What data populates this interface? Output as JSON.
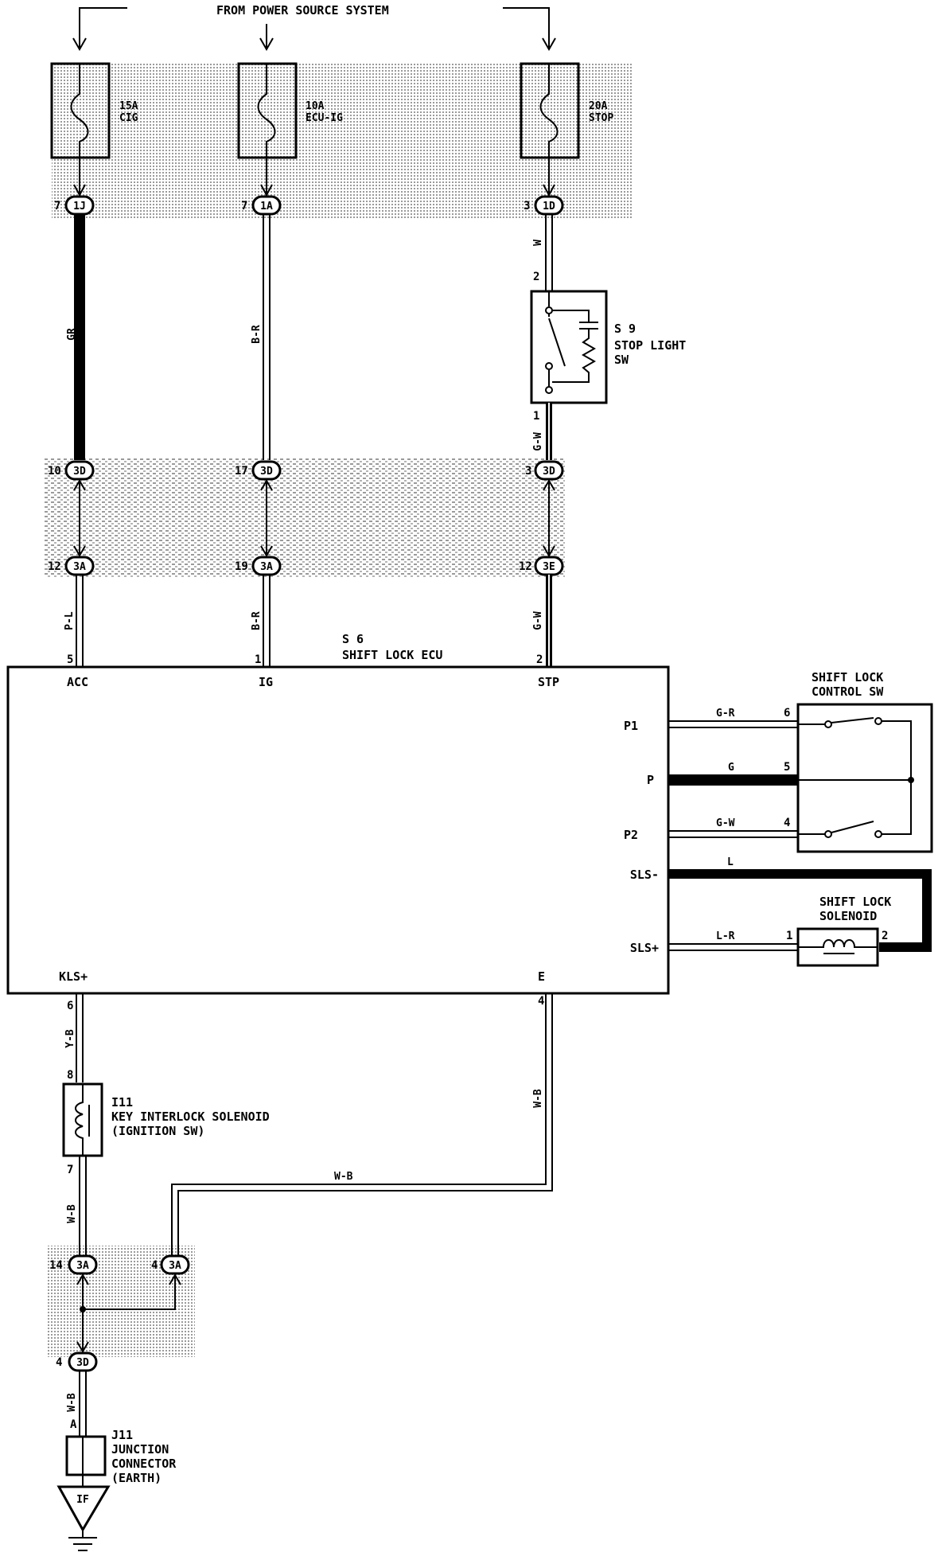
{
  "header": {
    "source": "FROM POWER SOURCE SYSTEM"
  },
  "fuses": [
    {
      "amp": "15A",
      "name": "CIG"
    },
    {
      "amp": "10A",
      "name": "ECU-IG"
    },
    {
      "amp": "20A",
      "name": "STOP"
    }
  ],
  "connectors": {
    "c1": {
      "pin": "7",
      "code": "1J"
    },
    "c2": {
      "pin": "7",
      "code": "1A"
    },
    "c3": {
      "pin": "3",
      "code": "1D"
    },
    "c4": {
      "pin": "10",
      "code": "3D"
    },
    "c5": {
      "pin": "17",
      "code": "3D"
    },
    "c6": {
      "pin": "3",
      "code": "3D"
    },
    "c7": {
      "pin": "12",
      "code": "3A"
    },
    "c8": {
      "pin": "19",
      "code": "3A"
    },
    "c9": {
      "pin": "12",
      "code": "3E"
    },
    "c10": {
      "pin": "14",
      "code": "3A"
    },
    "c11": {
      "pin": "4",
      "code": "3A"
    },
    "c12": {
      "pin": "4",
      "code": "3D"
    }
  },
  "wires": {
    "gr": "GR",
    "br_top": "B-R",
    "w": "W",
    "gw_top": "G-W",
    "pl": "P-L",
    "br_low": "B-R",
    "gw_low": "G-W",
    "gr_p1": "G-R",
    "g_p": "G",
    "gw_p2": "G-W",
    "l": "L",
    "lr": "L-R",
    "yb": "Y-B",
    "wb_e": "W-B",
    "wb_h": "W-B",
    "wb_left": "W-B",
    "wb_bottom": "W-B"
  },
  "stop_switch": {
    "id": "S 9",
    "line1": "STOP LIGHT",
    "line2": "SW",
    "pin_top": "2",
    "pin_bottom": "1"
  },
  "ecu": {
    "id": "S 6",
    "name": "SHIFT LOCK ECU",
    "terminals": {
      "acc": "ACC",
      "ig": "IG",
      "stp": "STP",
      "p1": "P1",
      "p": "P",
      "p2": "P2",
      "sls_minus": "SLS-",
      "sls_plus": "SLS+",
      "kls_plus": "KLS+",
      "e": "E"
    },
    "pins": {
      "acc": "5",
      "ig": "1",
      "stp": "2",
      "kls": "6",
      "e": "4"
    }
  },
  "control_sw": {
    "line1": "SHIFT LOCK",
    "line2": "CONTROL SW",
    "pin_p1": "6",
    "pin_p": "5",
    "pin_p2": "4"
  },
  "solenoid": {
    "line1": "SHIFT LOCK",
    "line2": "SOLENOID",
    "pin_left": "1",
    "pin_right": "2"
  },
  "key_solenoid": {
    "id": "I11",
    "line1": "KEY INTERLOCK SOLENOID",
    "line2": "(IGNITION SW)",
    "pin_top": "8",
    "pin_bottom": "7"
  },
  "junction": {
    "id": "J11",
    "line1": "JUNCTION",
    "line2": "CONNECTOR",
    "line3": "(EARTH)",
    "pin": "A"
  },
  "earth": {
    "code": "IF"
  }
}
